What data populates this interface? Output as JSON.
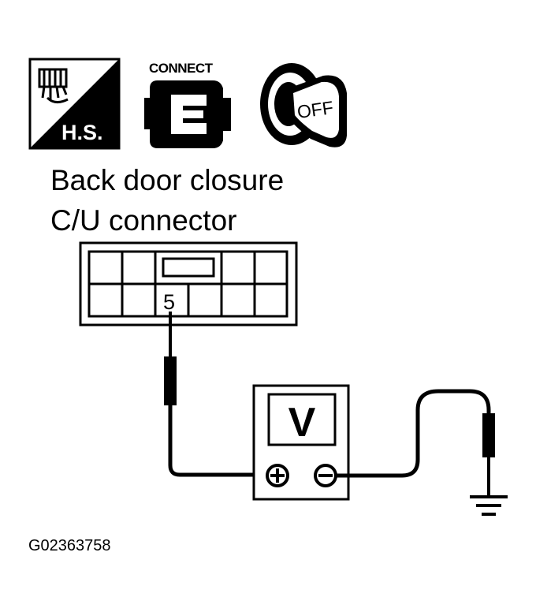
{
  "icons": {
    "harness_sensor": {
      "label": "H.S."
    },
    "connect": {
      "label": "CONNECT"
    },
    "ignition": {
      "label": "OFF"
    }
  },
  "title": {
    "line1": "Back door closure",
    "line2": "C/U connector"
  },
  "connector": {
    "pin_label": "5"
  },
  "meter": {
    "symbol": "V",
    "positive": "+",
    "negative": "−"
  },
  "figure_code": "G02363758"
}
